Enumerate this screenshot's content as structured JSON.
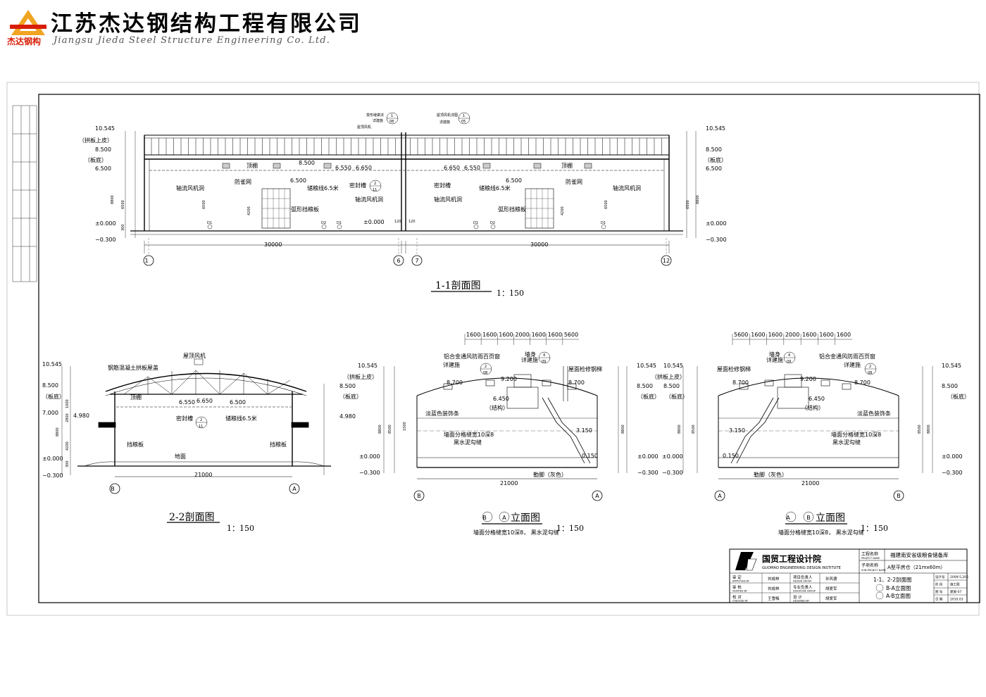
{
  "header": {
    "logo_caption": "杰达钢构",
    "company_cn": "江苏杰达钢结构工程有限公司",
    "company_en": "Jiangsu Jieda Steel Structure Engineering Co. Ltd."
  },
  "section11": {
    "title": "1-1剖面图",
    "scale": "1：150",
    "elev_top": "10.545",
    "elev_85": "8.500",
    "elev_65": "6.500",
    "elev_0": "±0.000",
    "elev_m03": "−0.300",
    "arch_top": "（拱板上皮）",
    "slab_bottom": "（板底）",
    "ceiling": "顶棚",
    "fan_hole": "轴流风机洞",
    "bird_net": "防雀网",
    "store_line": "储粮线6.5米",
    "seal_slot": "密封槽",
    "baffle": "弧形挡粮板",
    "roof_fan": "屋顶风机",
    "roof_fan_detail": "屋顶风机详图",
    "deform_joint": "变形缝做法",
    "detail_see": "详建施",
    "ref_1": "1",
    "ref_08": "08",
    "ref_05": "05",
    "ref_2": "2",
    "ref_11": "11",
    "dim_30000": "30000",
    "dim_8800": "8800",
    "dim_6500": "6500",
    "dim_4200": "4200",
    "dim_300": "300",
    "dim_120": "120",
    "lv_6550": "6.550",
    "lv_6650": "6.650",
    "lv_6500": "6.500",
    "D1": "D1",
    "D2": "D2",
    "axis_1": "1",
    "axis_6": "6",
    "axis_7": "7",
    "axis_12": "12"
  },
  "section22": {
    "title": "2-2剖面图",
    "scale": "1：150",
    "roof_fan": "屋顶风机",
    "rc_arch": "钢筋混凝土拱板屋盖",
    "ceiling": "顶棚",
    "seal_slot": "密封槽",
    "store_line": "储粮线6.5米",
    "baffle": "挡粮板",
    "ground": "地面",
    "elev_top": "10.545",
    "elev_85": "8.500",
    "slab_bottom": "（板底）",
    "elev_7": "7.000",
    "elev_498": "4.980",
    "elev_0": "±0.000",
    "elev_m03": "−0.300",
    "dim_21000": "21000",
    "dim_8800": "8800",
    "dim_4200": "4200",
    "dim_2800": "2800",
    "dim_1000": "1000",
    "dim_300": "300",
    "lv_6550": "6.550",
    "lv_6650": "6.650",
    "lv_6500": "6.500",
    "axis_B": "B",
    "axis_A": "A",
    "ref_2": "2",
    "ref_11": "11"
  },
  "elev_BA": {
    "title_b": "B",
    "title_a": "A",
    "title_rest": "立面图",
    "scale": "1：150",
    "note": "墙面分格缝宽10深8，   黑水泥勾缝",
    "louver": "铝合金通风防雨百页窗",
    "detail_see": "详建施",
    "ref_2": "2",
    "ref_08": "08",
    "wall": "墙身",
    "ref_4": "4",
    "ref_09": "09",
    "ladder": "屋面检修钢梯",
    "blue_strip": "淡蓝色装饰条",
    "structure": "（结构）",
    "wall_joint": "墙面分格缝宽10深8",
    "black_joint": "黑水泥勾缝",
    "plinth": "勒脚（灰色）",
    "elev_top": "10.545",
    "elev_85": "8.500",
    "elev_0": "±0.000",
    "elev_m03": "−0.300",
    "elev_498": "4.980",
    "arch_top": "（拱板上皮）",
    "slab_bottom": "（板底）",
    "lv_8700": "8.700",
    "lv_9200": "9.200",
    "lv_6450": "6.450",
    "lv_3150": "3.150",
    "lv_0150": "0.150",
    "dims_top": [
      "1600",
      "1600",
      "1600",
      "2000",
      "1600",
      "1600",
      "5600"
    ],
    "dim_21000": "21000",
    "dim_8800": "8800",
    "dim_8500": "8500",
    "dim_1500": "1500",
    "dim_300": "300",
    "axis_B": "B",
    "axis_A": "A"
  },
  "elev_AB": {
    "title_a": "A",
    "title_b": "B",
    "title_rest": "立面图",
    "scale": "1：150",
    "note": "墙面分格缝宽10深8，   黑水泥勾缝",
    "dims_top": [
      "5600",
      "1600",
      "1600",
      "2000",
      "1600",
      "1600",
      "1600"
    ]
  },
  "title_block": {
    "institute_cn": "国贸工程设计院",
    "institute_en": "GUOMAO ENGINEERING DESIGN INSTITUTE",
    "project_label": "工程名称",
    "project_label_en": "PROJECT NAME",
    "project_name": "福建南安省级粮食储备库",
    "sub_label": "子项名称",
    "sub_label_en": "SUB-PROJECT NAME",
    "sub_name": "A型平房仓（21mx60m）",
    "drawing_1": "1-1、2-2剖面图",
    "drawing_2": "B-A立面图",
    "drawing_3": "A-B立面图",
    "roles": [
      {
        "role": "审  定",
        "role_en": "APPROVED BY",
        "name": "刘成林",
        "role2": "项目负责人",
        "role2_en": "DESIGN GROUP",
        "name2": "孙风德"
      },
      {
        "role": "审  核",
        "role_en": "VERIFIED BY",
        "name": "刘成林",
        "role2": "专业负责人",
        "role2_en": "DISCIPLINE GROUP",
        "name2": "胡爱军"
      },
      {
        "role": "校  对",
        "role_en": "CHECKED BY",
        "name": "王雪梅",
        "role2": "设  计",
        "role2_en": "DESIGNED BY",
        "name2": "胡爱军"
      }
    ],
    "meta": [
      {
        "k": "设计号",
        "v": "2009-5,206"
      },
      {
        "k": "阶 段",
        "v": "施工图"
      },
      {
        "k": "图 号",
        "v": "建施-07"
      },
      {
        "k": "日 期",
        "v": "2010.03"
      }
    ]
  }
}
